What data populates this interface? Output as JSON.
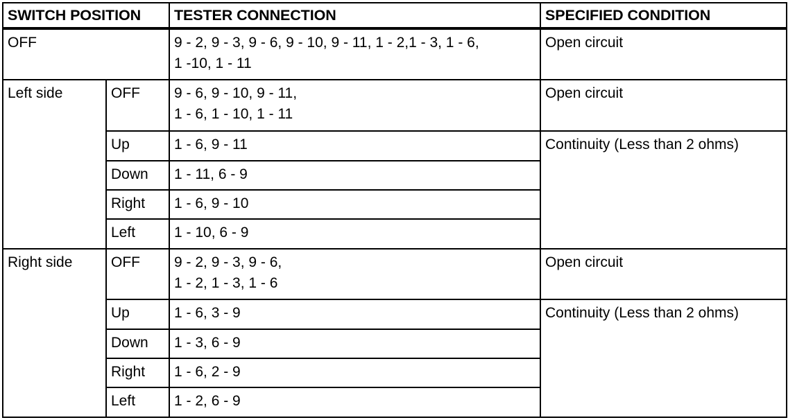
{
  "table": {
    "headers": [
      {
        "label": "SWITCH POSITION",
        "name": "header-switch-position"
      },
      {
        "label": "TESTER CONNECTION",
        "name": "header-tester-connection"
      },
      {
        "label": "SPECIFIED CONDITION",
        "name": "header-specified-condition"
      }
    ],
    "rows": [
      {
        "position": "OFF",
        "sub": null,
        "tester": "9 - 2, 9 - 3, 9 - 6, 9 - 10, 9 - 11, 1 - 2,1 - 3, 1 - 6,\n1 -10, 1 - 11",
        "condition": "Open circuit"
      },
      {
        "position": "Left side",
        "sub": "OFF",
        "tester": "9 - 6, 9 - 10, 9 - 11,\n1 - 6, 1 - 10, 1 - 11",
        "condition": "Open circuit"
      },
      {
        "position": null,
        "sub": "Up",
        "tester": "1 - 6, 9 - 11",
        "condition": "Continuity (Less than 2 ohms)"
      },
      {
        "position": null,
        "sub": "Down",
        "tester": "1 - 11, 6 - 9",
        "condition": null
      },
      {
        "position": null,
        "sub": "Right",
        "tester": "1 - 6, 9 - 10",
        "condition": null
      },
      {
        "position": null,
        "sub": "Left",
        "tester": "1 - 10, 6 - 9",
        "condition": null
      },
      {
        "position": "Right side",
        "sub": "OFF",
        "tester": "9 - 2, 9 - 3, 9 - 6,\n1 - 2, 1 - 3, 1 - 6",
        "condition": "Open circuit"
      },
      {
        "position": null,
        "sub": "Up",
        "tester": "1 - 6, 3 - 9",
        "condition": "Continuity (Less than 2 ohms)"
      },
      {
        "position": null,
        "sub": "Down",
        "tester": "1 - 3, 6 - 9",
        "condition": null
      },
      {
        "position": null,
        "sub": "Right",
        "tester": "1 - 6, 2 - 9",
        "condition": null
      },
      {
        "position": null,
        "sub": "Left",
        "tester": "1 - 2, 6 - 9",
        "condition": null
      }
    ]
  },
  "colors": {
    "border": "#000000",
    "text": "#000000",
    "background": "#ffffff"
  }
}
